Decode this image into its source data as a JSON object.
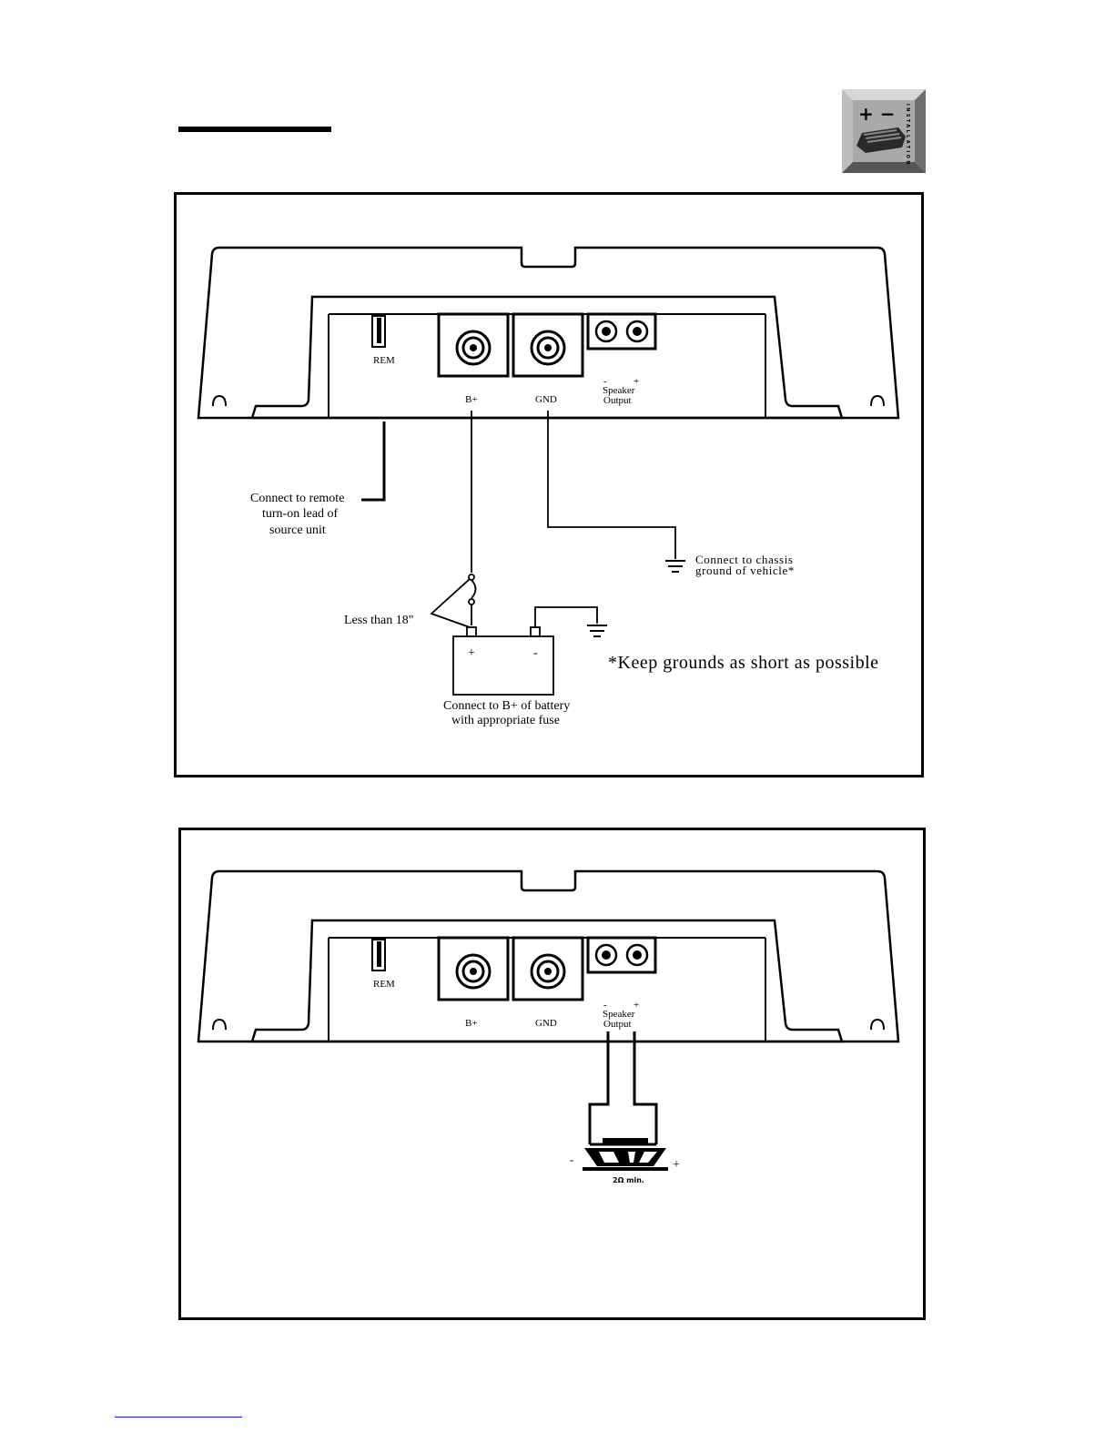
{
  "badge": {
    "symbols": "+ −",
    "vertical_text": "INSTALLATION"
  },
  "power_diagram": {
    "terminal_labels": {
      "rem": "REM",
      "bplus": "B+",
      "gnd": "GND",
      "speaker_minus": "-",
      "speaker_plus": "+",
      "speaker_line1": "Speaker",
      "speaker_line2": "Output"
    },
    "remote_note": [
      "Connect to remote",
      "turn-on lead of",
      "source unit"
    ],
    "fuse_note": "Less than 18\"",
    "battery_plus": "+",
    "battery_minus": "-",
    "battery_note": [
      "Connect to B+ of battery",
      "with appropriate fuse"
    ],
    "chassis_note": [
      "Connect to chassis",
      "ground of vehicle*"
    ],
    "ground_tip": "*Keep grounds as short as possible"
  },
  "speaker_diagram": {
    "terminal_labels": {
      "rem": "REM",
      "bplus": "B+",
      "gnd": "GND",
      "speaker_minus": "-",
      "speaker_plus": "+",
      "speaker_line1": "Speaker",
      "speaker_line2": "Output"
    },
    "driver_minus": "-",
    "driver_plus": "+",
    "impedance": "2Ω min."
  }
}
